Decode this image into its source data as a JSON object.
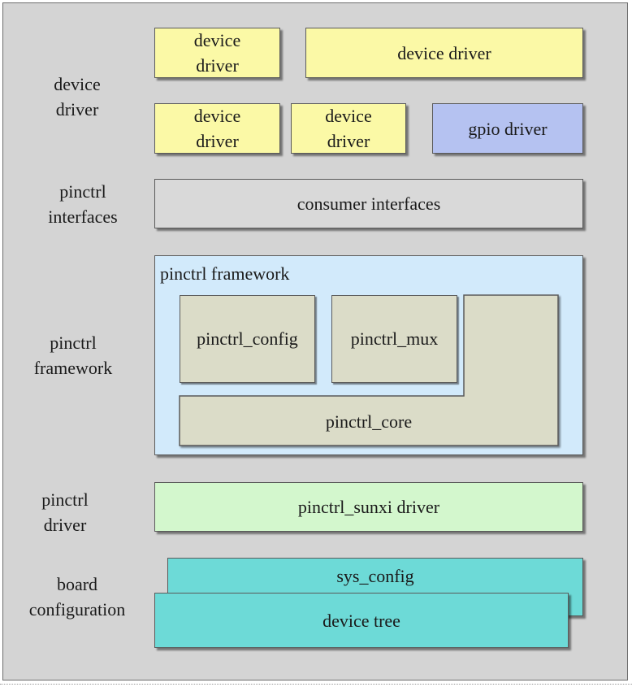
{
  "layers": {
    "device_driver": [
      "device",
      "driver"
    ],
    "pinctrl_interfaces": [
      "pinctrl",
      "interfaces"
    ],
    "pinctrl_framework": [
      "pinctrl",
      "framework"
    ],
    "pinctrl_driver": [
      "pinctrl",
      "driver"
    ],
    "board_configuration": [
      "board",
      "configuration"
    ]
  },
  "drivers": {
    "top_left": [
      "device",
      "driver"
    ],
    "top_right": "device driver",
    "mid_left": [
      "device",
      "driver"
    ],
    "mid_center": [
      "device",
      "driver"
    ],
    "gpio": "gpio driver"
  },
  "consumer_interfaces": "consumer interfaces",
  "framework": {
    "title": "pinctrl framework",
    "config": "pinctrl_config",
    "mux": "pinctrl_mux",
    "core": "pinctrl_core"
  },
  "sunxi_driver": "pinctrl_sunxi driver",
  "board": {
    "sys_config": "sys_config",
    "device_tree": "device tree"
  },
  "colors": {
    "driver_yellow": "#fbf9a6",
    "gpio_blue": "#b5c2f1",
    "interfaces_gray": "#d9d9d9",
    "framework_blue": "#d2eafb",
    "framework_inner": "#dbdcc8",
    "sunxi_green": "#d3f7cd",
    "board_cyan": "#6ddad7"
  }
}
